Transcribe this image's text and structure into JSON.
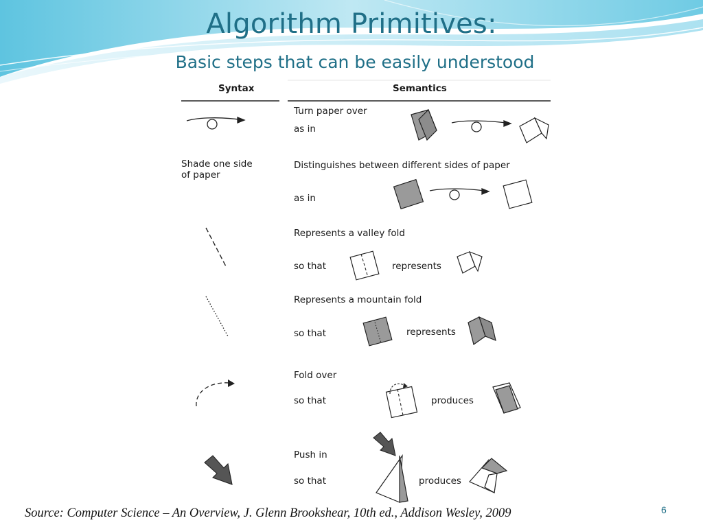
{
  "slide": {
    "title": "Algorithm Primitives:",
    "subtitle": "Basic steps that can be easily understood",
    "source": "Source: Computer Science – An Overview, J. Glenn Brookshear, 10th ed., Addison Wesley, 2009",
    "page_number": "6"
  },
  "figure": {
    "headers": {
      "syntax": "Syntax",
      "semantics": "Semantics"
    },
    "rows": [
      {
        "syntax_text": "",
        "semantics": "Turn paper over",
        "connector": "as in",
        "result_word": ""
      },
      {
        "syntax_text_line1": "Shade one side",
        "syntax_text_line2": "of paper",
        "semantics": "Distinguishes between different sides of paper",
        "connector": "as in",
        "result_word": ""
      },
      {
        "semantics": "Represents a valley fold",
        "connector": "so that",
        "result_word": "represents"
      },
      {
        "semantics": "Represents a mountain fold",
        "connector": "so that",
        "result_word": "represents"
      },
      {
        "semantics": "Fold over",
        "connector": "so that",
        "result_word": "produces"
      },
      {
        "semantics": "Push in",
        "connector": "so that",
        "result_word": "produces"
      }
    ]
  },
  "colors": {
    "title": "#1f6f87",
    "accent_light": "#8fd3e8",
    "accent": "#3aa8cc",
    "shade": "#9a9a9a"
  }
}
